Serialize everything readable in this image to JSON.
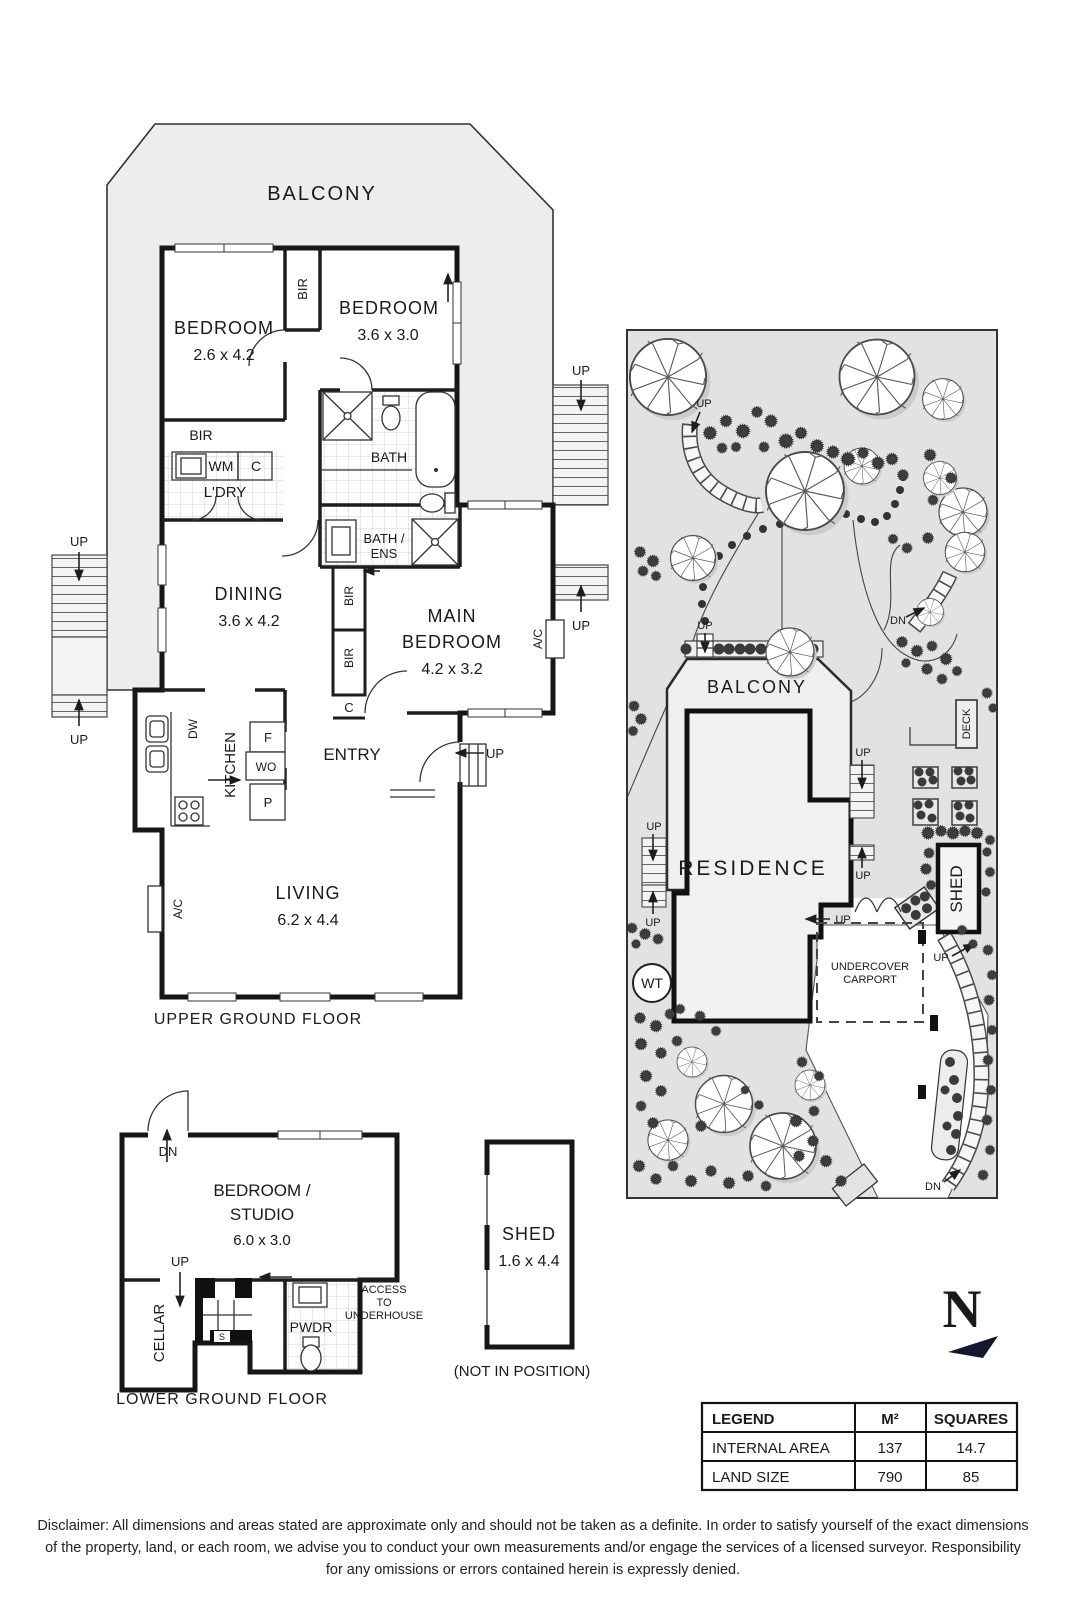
{
  "upper": {
    "balcony": "BALCONY",
    "title": "UPPER GROUND FLOOR",
    "bedroom1": {
      "name": "BEDROOM",
      "dims": "2.6 x 4.2"
    },
    "bedroom2": {
      "name": "BEDROOM",
      "dims": "3.6 x 3.0"
    },
    "dining": {
      "name": "DINING",
      "dims": "3.6 x 4.2"
    },
    "main_bedroom": {
      "line1": "MAIN",
      "line2": "BEDROOM",
      "dims": "4.2 x 3.2"
    },
    "living": {
      "name": "LIVING",
      "dims": "6.2 x 4.4"
    },
    "entry": "ENTRY",
    "kitchen": "KITCHEN",
    "bath": "BATH",
    "bath_ens": {
      "line1": "BATH /",
      "line2": "ENS"
    },
    "laundry": "L'DRY",
    "wm": "WM",
    "dw": "DW",
    "fridge": "F",
    "wall_oven": "WO",
    "pantry": "P"
  },
  "lower": {
    "title": "LOWER GROUND FLOOR",
    "bedroom_studio": {
      "line1": "BEDROOM /",
      "line2": "STUDIO",
      "dims": "6.0 x 3.0"
    },
    "cellar": "CELLAR",
    "powder": "PWDR",
    "stair_s": "S",
    "access": {
      "line1": "ACCESS",
      "line2": "TO",
      "line3": "UNDERHOUSE"
    }
  },
  "shed_plan": {
    "name": "SHED",
    "dims": "1.6 x 4.4",
    "note": "(NOT IN POSITION)"
  },
  "site": {
    "balcony": "BALCONY",
    "residence": "RESIDENCE",
    "carport": {
      "line1": "UNDERCOVER",
      "line2": "CARPORT"
    },
    "shed": "SHED",
    "deck": "DECK",
    "water_tank": "WT",
    "north": "N"
  },
  "common": {
    "up": "UP",
    "dn": "DN",
    "bir": "BIR",
    "closet": "C",
    "ac": "A/C"
  },
  "legend": {
    "headers": [
      "LEGEND",
      "M²",
      "SQUARES"
    ],
    "rows": [
      {
        "label": "INTERNAL AREA",
        "m2": "137",
        "squares": "14.7"
      },
      {
        "label": "LAND SIZE",
        "m2": "790",
        "squares": "85"
      }
    ]
  },
  "disclaimer": {
    "line1": "Disclaimer: All dimensions and areas stated are approximate only and should not be taken as a definite. In order to satisfy yourself of the exact dimensions",
    "line2": "of the property, land, or each room, we advise you to conduct your own measurements and/or engage the services of a licensed surveyor. Responsibility",
    "line3": "for any omissions or errors contained herein is expressly denied."
  },
  "colors": {
    "paper": "#ffffff",
    "deck_gray": "#ededed",
    "site_gray": "#e2e2e2",
    "north_navy": "#16162e",
    "wall_black": "#161616"
  }
}
